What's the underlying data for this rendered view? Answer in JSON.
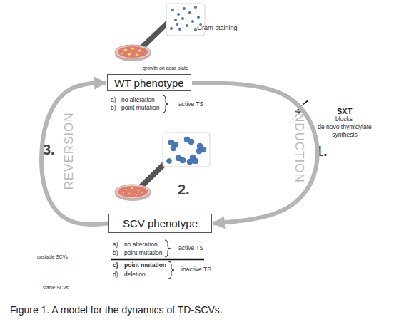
{
  "diagram": {
    "caption": "Figure 1. A model for the dynamics of TD-SCVs.",
    "nodes": [
      {
        "text": [
          "WT phenotype"
        ]
      },
      {
        "text": [
          "SCV phenotype"
        ]
      }
    ],
    "edges": [
      {
        "from": 0,
        "to": 1,
        "arrow": "to",
        "label": "INDUCTION"
      },
      {
        "from": 1,
        "to": 0,
        "arrow": "to",
        "label": "REVERSION"
      }
    ],
    "labels": [
      "Gram-staining",
      "growth on agar plate",
      "a)",
      "no alteration",
      "b)",
      "point mutation",
      "active TS",
      "SXT",
      "blocks",
      "de novo thymidylate synthesis",
      "1.",
      "3.",
      "2.",
      "a)",
      "no alteration",
      "b)",
      "point mutation",
      "active TS",
      "unstable SCVs",
      "c)",
      "point mutation",
      "d)",
      "deletion",
      "inactive TS",
      "stable SCVs"
    ]
  }
}
